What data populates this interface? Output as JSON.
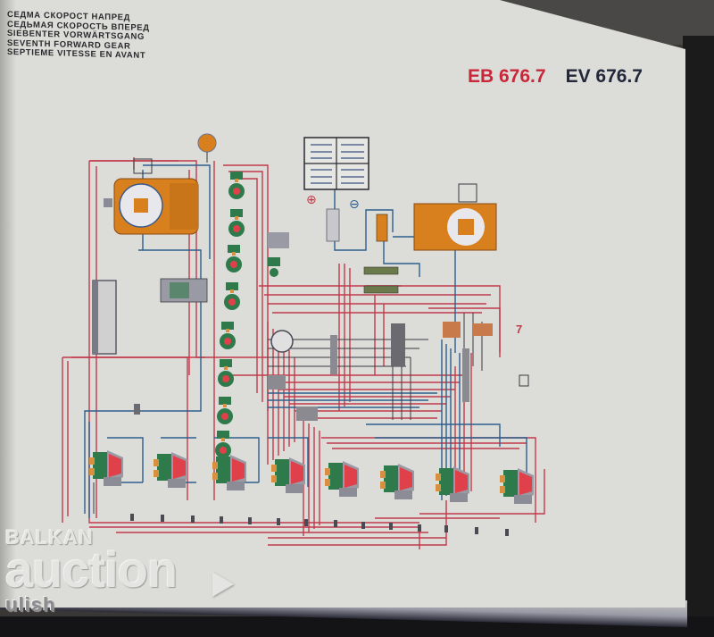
{
  "captions": [
    "СЕДМА СКОРОСТ НАПРЕД",
    "СЕДЬМАЯ СКОРОСТЬ ВПЕРЕД",
    "SIEBENTER VORWÄRTSGANG",
    "SEVENTH FORWARD GEAR",
    "SEPTIEME VITESSE EN AVANT"
  ],
  "models": {
    "eb": "EB 676.7",
    "ev": "EV 676.7"
  },
  "diagram": {
    "polarity_plus": "⊕",
    "polarity_minus": "⊖",
    "label_7": "7",
    "wire_colors": {
      "red": "#c23a4a",
      "blue": "#2e5e8e",
      "dark": "#3a3a44"
    },
    "component_colors": {
      "motor_orange": "#d8801e",
      "valve_green": "#2e7a4a",
      "valve_red": "#e0404a",
      "valve_grey": "#9a9aa4"
    },
    "solenoid_valve_count": 8,
    "pressure_switch_count": 8
  },
  "watermark": {
    "line1": "BALKAN",
    "line2": "auction",
    "line3": "ulish"
  }
}
